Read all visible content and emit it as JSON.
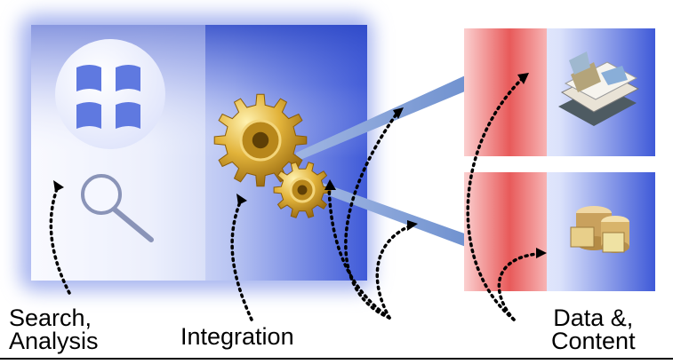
{
  "labels": {
    "search_analysis": [
      "Search,",
      "Analysis"
    ],
    "integration": "Integration",
    "data_content": [
      "Data &,",
      "Content"
    ]
  },
  "icons": {
    "search_panel": [
      "windows-logo-icon",
      "magnifier-icon"
    ],
    "integration": [
      "large-gear-icon",
      "small-gear-icon"
    ],
    "sources": [
      "document-stack-icon",
      "storage-boxes-icon"
    ]
  },
  "colors": {
    "panel_glow": "#b9c3f3",
    "panel_gradient_left": "#f4f6ff",
    "panel_gradient_right": "#3f59d8",
    "connector": "#7f9fd3",
    "source_red": "#e85a5a",
    "gear_gold": "#d7a21e",
    "arrow": "#000000"
  }
}
